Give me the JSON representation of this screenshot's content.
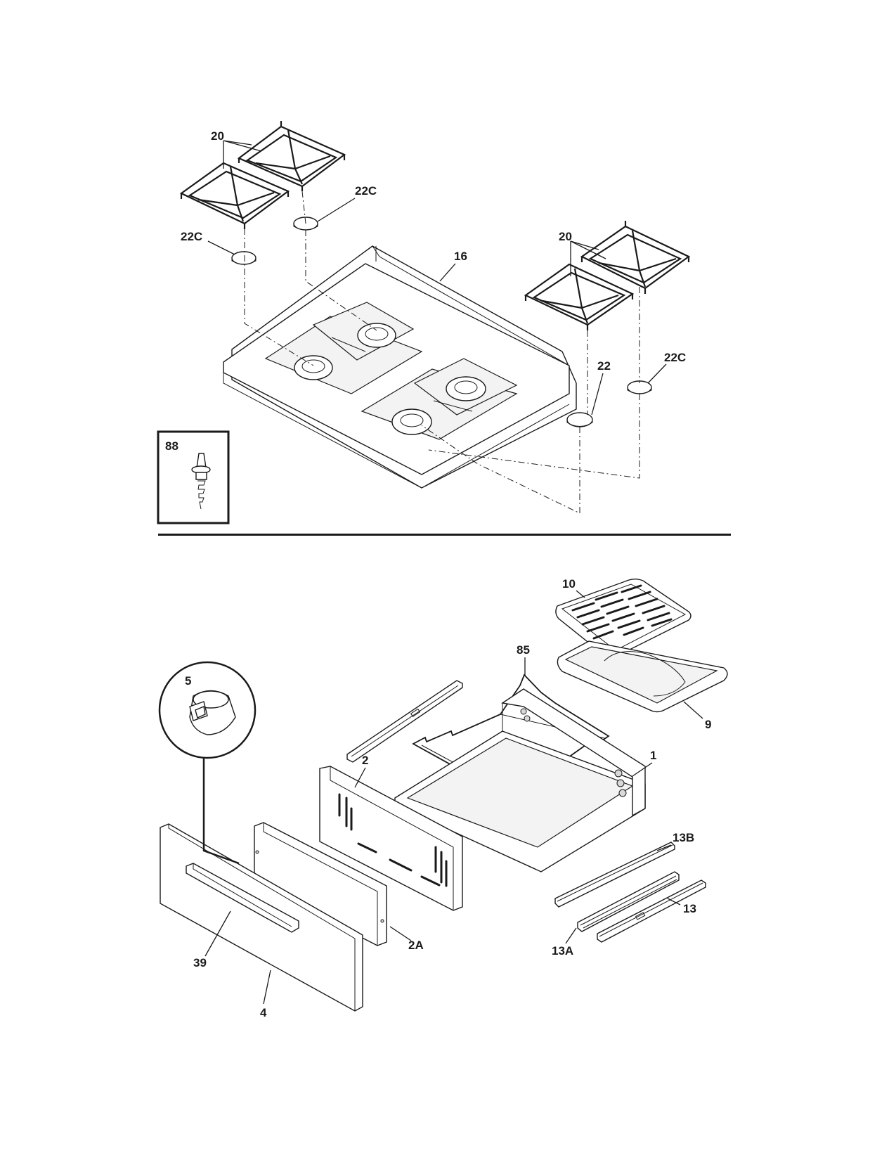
{
  "callouts": {
    "grate_top_left": "20",
    "cap_top_left_upper": "22C",
    "cap_top_left_lower": "22C",
    "cooktop": "16",
    "grate_top_right": "20",
    "cap_right": "22C",
    "cap_front_right": "22",
    "screw_inset": "88",
    "broiler_grid": "10",
    "broiler_pan": "9",
    "oven_rack": "85",
    "knob_inset": "5",
    "drawer_frame": "1",
    "drawer_back": "2",
    "drawer_liner": "2A",
    "drawer_front": "4",
    "handle": "39",
    "slide_13B": "13B",
    "slide_13": "13",
    "slide_13A": "13A"
  }
}
